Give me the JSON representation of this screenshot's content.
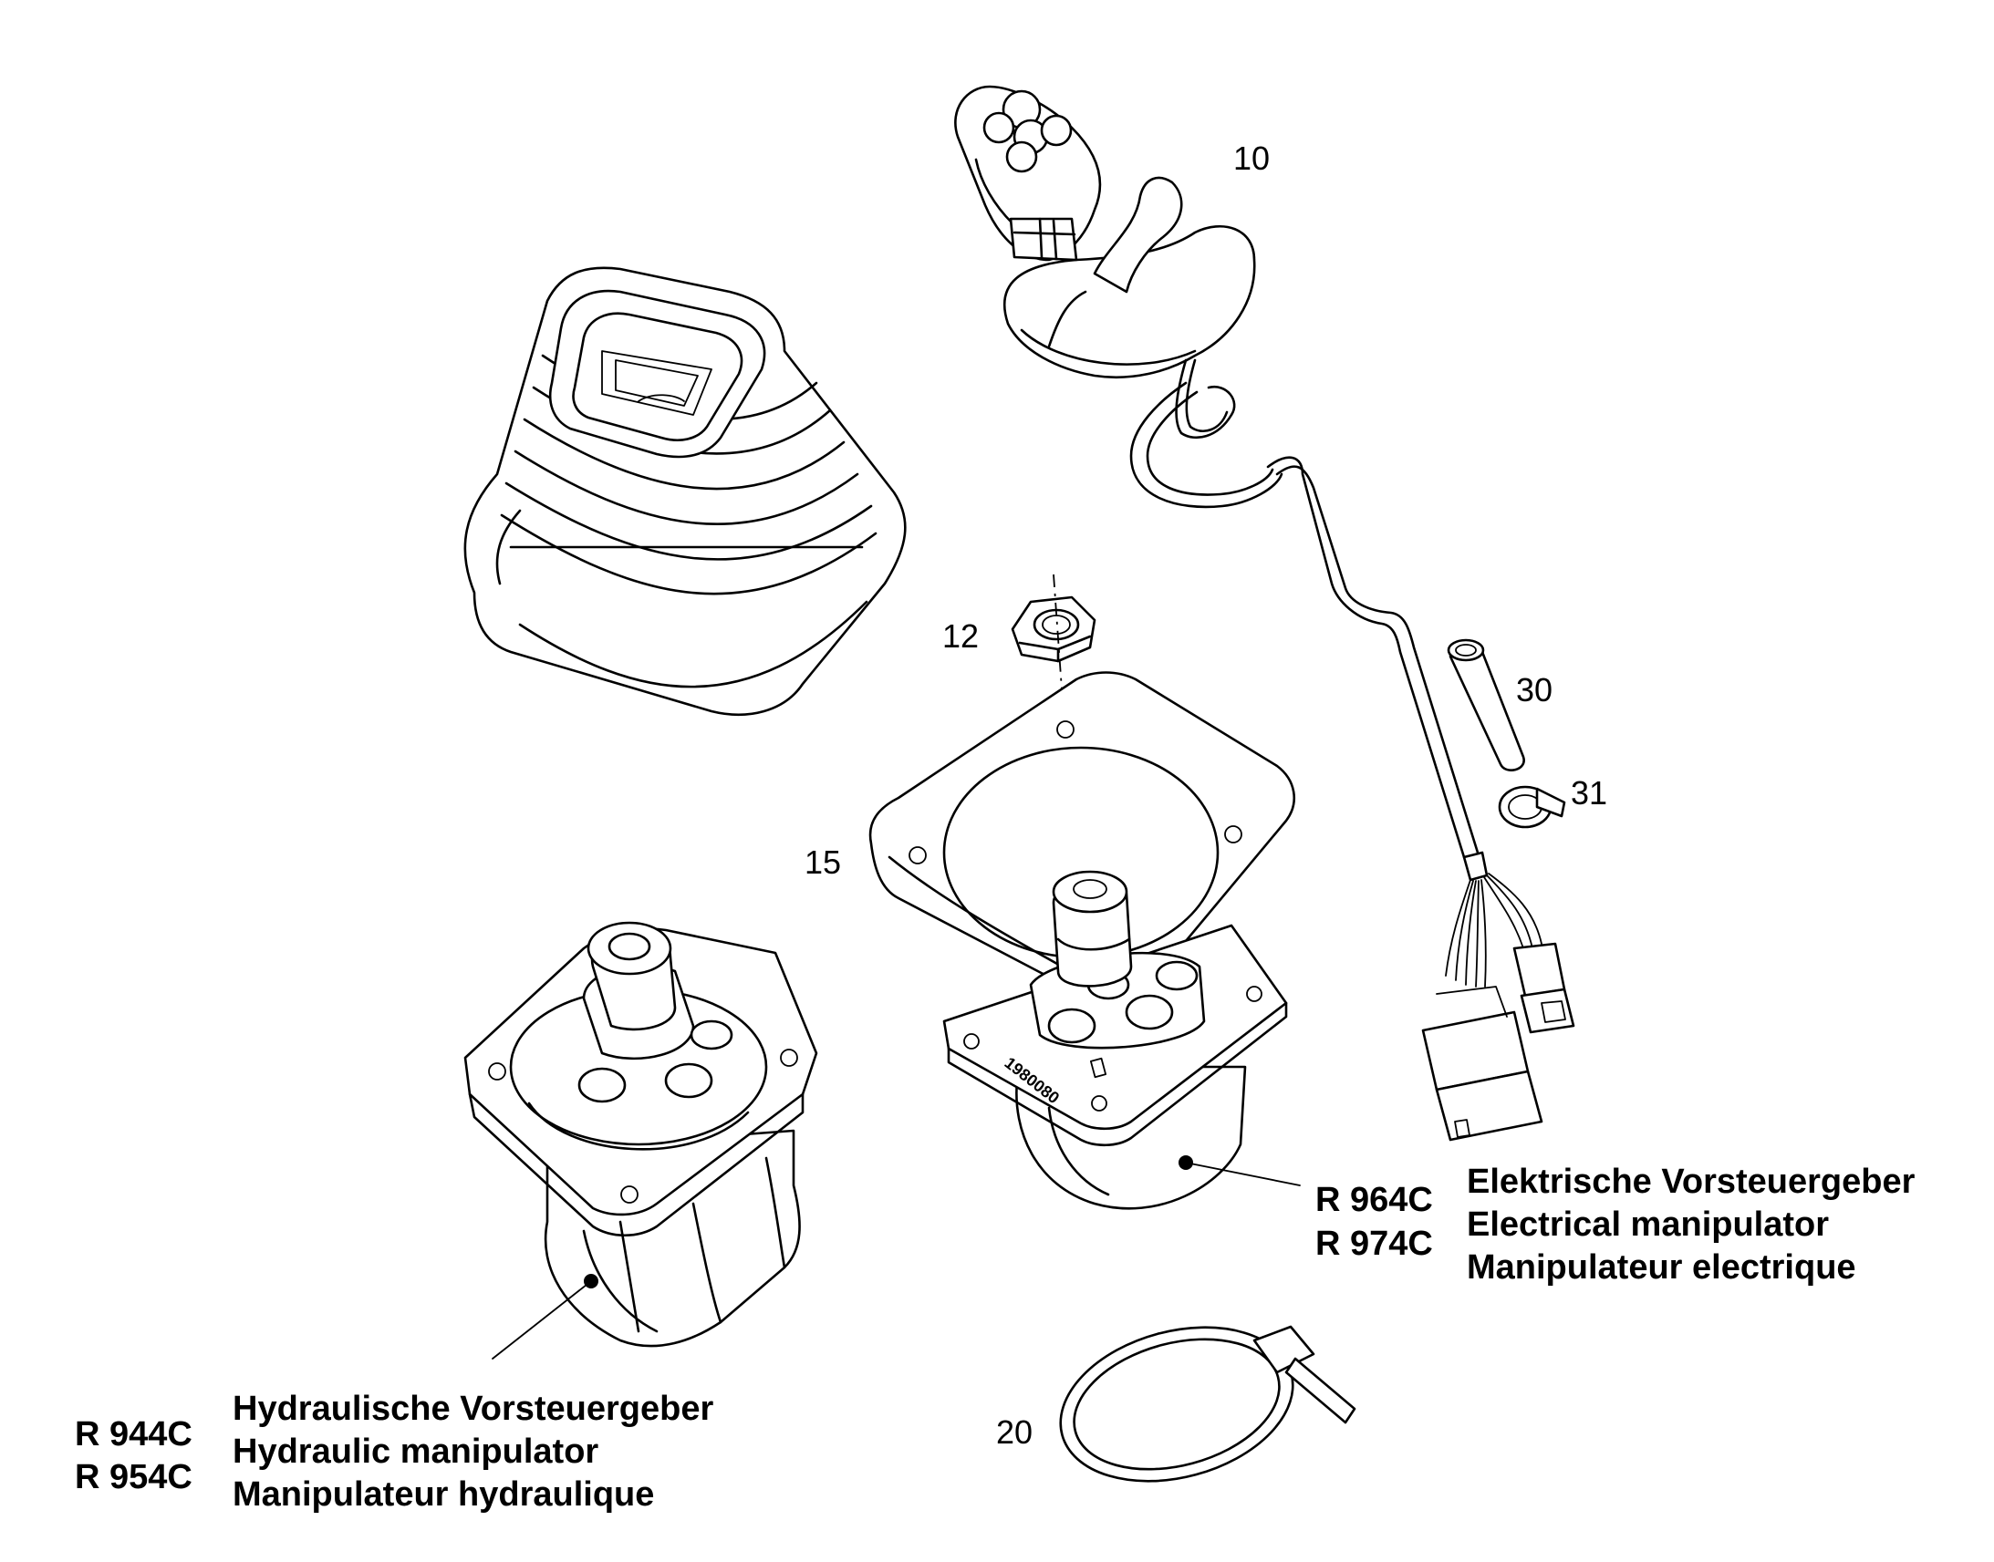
{
  "callouts": {
    "p10": "10",
    "p12": "12",
    "p15": "15",
    "p20": "20",
    "p30": "30",
    "p31": "31"
  },
  "hydraulic": {
    "models": [
      "R 944C",
      "R 954C"
    ],
    "descriptions": [
      "Hydraulische Vorsteuergeber",
      "Hydraulic manipulator",
      "Manipulateur hydraulique"
    ]
  },
  "electrical": {
    "models": [
      "R 964C",
      "R 974C"
    ],
    "descriptions": [
      "Elektrische Vorsteuergeber",
      "Electrical manipulator",
      "Manipulateur electrique"
    ]
  },
  "stamp_text": "1980080"
}
